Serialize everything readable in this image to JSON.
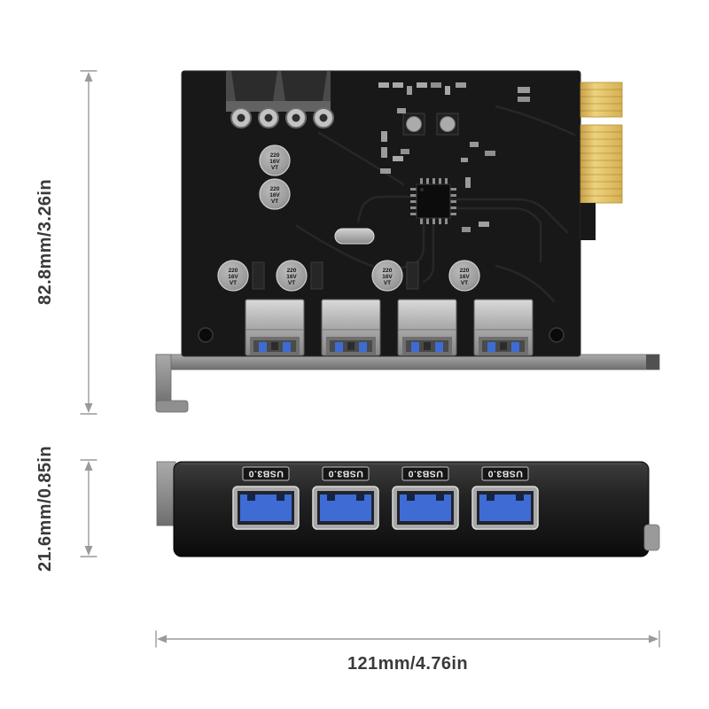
{
  "dimensions": {
    "card_height": "82.8mm/3.26in",
    "bracket_height": "21.6mm/0.85in",
    "card_width": "121mm/4.76in"
  },
  "ports": [
    {
      "label": "USB3.0"
    },
    {
      "label": "USB3.0"
    },
    {
      "label": "USB3.0"
    },
    {
      "label": "USB3.0"
    }
  ],
  "capacitor_marking": {
    "line1": "220",
    "line2": "16V",
    "line3": "VT"
  },
  "colors": {
    "pcb": "#181818",
    "gold_connector": "#e2bf63",
    "usb_blue": "#3e6cd4",
    "bracket_metal": "#8f8f8f",
    "dimension_text": "#3a3a3a"
  }
}
